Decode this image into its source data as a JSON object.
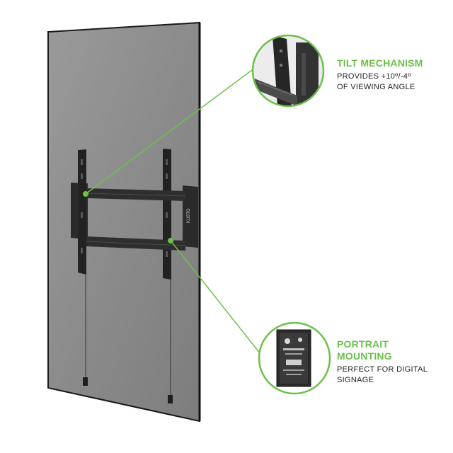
{
  "features": [
    {
      "id": "tilt",
      "title": "TILT MECHANISM",
      "desc_line1": "PROVIDES +10º/-4º",
      "desc_line2": "OF VIEWING ANGLE"
    },
    {
      "id": "portrait",
      "title_line1": "PORTRAIT",
      "title_line2": "MOUNTING",
      "desc_line1": "PERFECT FOR DIGITAL",
      "desc_line2": "SIGNAGE"
    }
  ],
  "bracket_brand": "KUSTO",
  "colors": {
    "accent": "#6cc04a",
    "panel": "#8a8a8a",
    "bracket": "#2b2b2b",
    "text": "#222222"
  },
  "icons": [
    "tilt-closeup-icon",
    "portrait-signage-icon",
    "tv-panel",
    "wall-mount-bracket"
  ]
}
